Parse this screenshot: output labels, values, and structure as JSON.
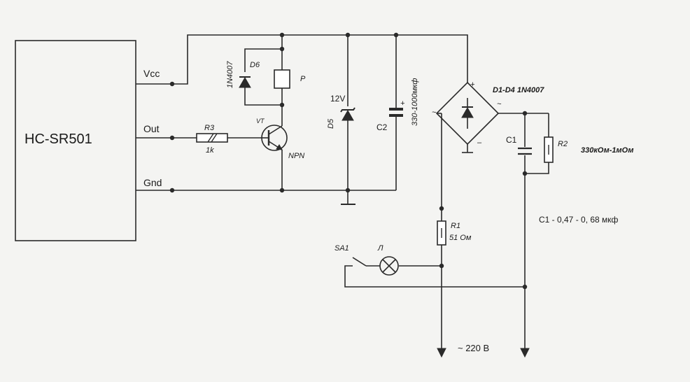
{
  "module": {
    "name": "HC-SR501",
    "pin_vcc": "Vcc",
    "pin_out": "Out",
    "pin_gnd": "Gnd"
  },
  "resistor_r3": {
    "ref": "R3",
    "value": "1k"
  },
  "transistor": {
    "ref": "VT",
    "type": "NPN"
  },
  "relay": {
    "ref": "Р"
  },
  "diode_d6": {
    "ref": "D6",
    "part": "1N4007"
  },
  "zener_d5": {
    "ref": "D5",
    "voltage": "12V"
  },
  "capacitor_c2": {
    "ref": "C2",
    "value": "330-1000мкф"
  },
  "bridge": {
    "ref": "D1-D4 1N4007"
  },
  "capacitor_c1": {
    "ref": "C1",
    "range": "C1 - 0,47 - 0, 68 мкф"
  },
  "resistor_r2": {
    "ref": "R2",
    "range": "330кОм-1мОм"
  },
  "resistor_r1": {
    "ref": "R1",
    "value": "51 Ом"
  },
  "switch": {
    "ref": "SA1"
  },
  "lamp": {
    "ref": "Л"
  },
  "mains": {
    "label": "~ 220 В"
  }
}
